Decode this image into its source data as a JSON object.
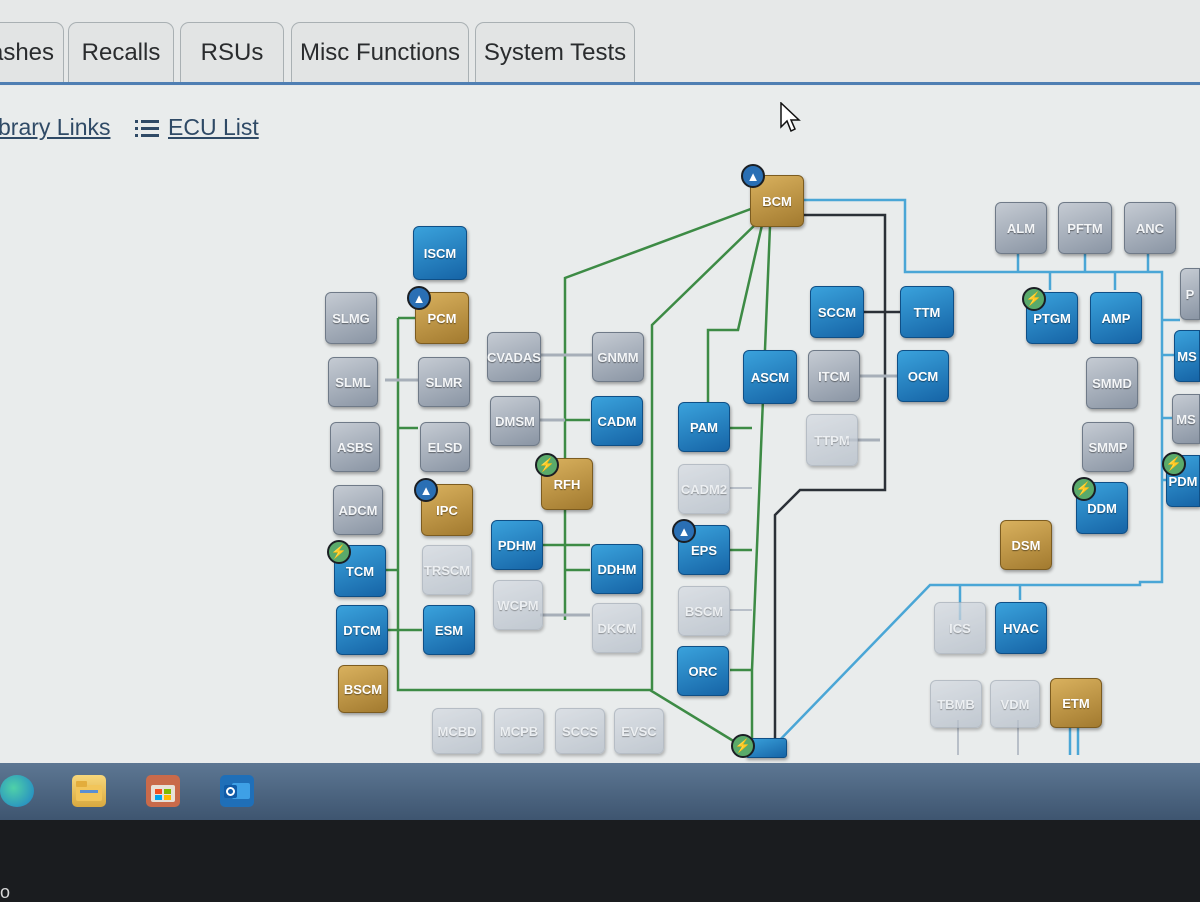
{
  "tabs": [
    {
      "label": "ashes"
    },
    {
      "label": "Recalls"
    },
    {
      "label": "RSUs"
    },
    {
      "label": "Misc Functions"
    },
    {
      "label": "System Tests"
    }
  ],
  "links": {
    "library_links": "brary Links",
    "ecu_list": "ECU List",
    "list_icon": "list-icon"
  },
  "colors": {
    "tab_underline": "#4f7fb3",
    "module_blue": "#1f78c0",
    "module_gold": "#b8903f",
    "module_gray": "#9aa4b1",
    "bus_green": "#3d8b45",
    "bus_dark": "#2b3037",
    "bus_lightblue": "#4aa6d6",
    "badge_update": "#2a6fb4",
    "badge_bolt": "#5aaa6a"
  },
  "modules": [
    {
      "id": "bcm",
      "label": "BCM",
      "style": "gold",
      "badge": "up"
    },
    {
      "id": "iscm",
      "label": "ISCM",
      "style": "blue"
    },
    {
      "id": "pcm",
      "label": "PCM",
      "style": "gold",
      "badge": "up"
    },
    {
      "id": "slmg",
      "label": "SLMG",
      "style": "gray"
    },
    {
      "id": "slml",
      "label": "SLML",
      "style": "gray"
    },
    {
      "id": "slmr",
      "label": "SLMR",
      "style": "gray"
    },
    {
      "id": "asbs",
      "label": "ASBS",
      "style": "gray"
    },
    {
      "id": "elsd",
      "label": "ELSD",
      "style": "gray"
    },
    {
      "id": "adcm",
      "label": "ADCM",
      "style": "gray"
    },
    {
      "id": "ipc",
      "label": "IPC",
      "style": "gold",
      "badge": "up"
    },
    {
      "id": "tcm",
      "label": "TCM",
      "style": "blue",
      "badge": "bolt"
    },
    {
      "id": "trscm",
      "label": "TRSCM",
      "style": "faded"
    },
    {
      "id": "dtcm",
      "label": "DTCM",
      "style": "blue"
    },
    {
      "id": "esm",
      "label": "ESM",
      "style": "blue"
    },
    {
      "id": "bscm_l",
      "label": "BSCM",
      "style": "gold"
    },
    {
      "id": "cvadas",
      "label": "CVADAS",
      "style": "gray"
    },
    {
      "id": "gnmm",
      "label": "GNMM",
      "style": "gray"
    },
    {
      "id": "dmsm",
      "label": "DMSM",
      "style": "gray"
    },
    {
      "id": "cadm",
      "label": "CADM",
      "style": "blue"
    },
    {
      "id": "rfh",
      "label": "RFH",
      "style": "gold",
      "badge": "bolt"
    },
    {
      "id": "pdhm",
      "label": "PDHM",
      "style": "blue"
    },
    {
      "id": "ddhm",
      "label": "DDHM",
      "style": "blue"
    },
    {
      "id": "wcpm",
      "label": "WCPM",
      "style": "faded"
    },
    {
      "id": "dkcm",
      "label": "DKCM",
      "style": "faded"
    },
    {
      "id": "pam",
      "label": "PAM",
      "style": "blue"
    },
    {
      "id": "cadm2",
      "label": "CADM2",
      "style": "faded"
    },
    {
      "id": "eps",
      "label": "EPS",
      "style": "blue",
      "badge": "up"
    },
    {
      "id": "bscm_m",
      "label": "BSCM",
      "style": "faded"
    },
    {
      "id": "orc",
      "label": "ORC",
      "style": "blue"
    },
    {
      "id": "ascm",
      "label": "ASCM",
      "style": "blue"
    },
    {
      "id": "sccm",
      "label": "SCCM",
      "style": "blue"
    },
    {
      "id": "ttm",
      "label": "TTM",
      "style": "blue"
    },
    {
      "id": "itcm",
      "label": "ITCM",
      "style": "gray"
    },
    {
      "id": "ocm",
      "label": "OCM",
      "style": "blue"
    },
    {
      "id": "ttpm",
      "label": "TTPM",
      "style": "faded"
    },
    {
      "id": "alm",
      "label": "ALM",
      "style": "gray"
    },
    {
      "id": "pftm",
      "label": "PFTM",
      "style": "gray"
    },
    {
      "id": "anc",
      "label": "ANC",
      "style": "gray"
    },
    {
      "id": "ptgm",
      "label": "PTGM",
      "style": "blue",
      "badge": "bolt"
    },
    {
      "id": "amp",
      "label": "AMP",
      "style": "blue"
    },
    {
      "id": "p_cut",
      "label": "P",
      "style": "gray"
    },
    {
      "id": "ms_cut1",
      "label": "MS",
      "style": "blue"
    },
    {
      "id": "smmd",
      "label": "SMMD",
      "style": "gray"
    },
    {
      "id": "ms_cut2",
      "label": "MS",
      "style": "gray"
    },
    {
      "id": "smmp",
      "label": "SMMP",
      "style": "gray"
    },
    {
      "id": "ddm",
      "label": "DDM",
      "style": "blue",
      "badge": "bolt"
    },
    {
      "id": "pdm_cut",
      "label": "PDM",
      "style": "blue",
      "badge": "bolt"
    },
    {
      "id": "dsm",
      "label": "DSM",
      "style": "gold"
    },
    {
      "id": "ics",
      "label": "ICS",
      "style": "faded"
    },
    {
      "id": "hvac",
      "label": "HVAC",
      "style": "blue"
    },
    {
      "id": "tbm",
      "label": "TBMB",
      "style": "faded"
    },
    {
      "id": "vdm",
      "label": "VDM",
      "style": "faded"
    },
    {
      "id": "etm",
      "label": "ETM",
      "style": "gold"
    },
    {
      "id": "mcb1",
      "label": "MCBD",
      "style": "faded"
    },
    {
      "id": "mcb2",
      "label": "MCPB",
      "style": "faded"
    },
    {
      "id": "scc",
      "label": "SCCS",
      "style": "faded"
    },
    {
      "id": "evsc",
      "label": "EVSC",
      "style": "faded"
    },
    {
      "id": "gw",
      "label": "",
      "style": "blue",
      "badge": "bolt"
    }
  ],
  "taskbar": [
    {
      "name": "edge-icon"
    },
    {
      "name": "file-explorer-icon"
    },
    {
      "name": "store-icon"
    },
    {
      "name": "outlook-icon"
    }
  ],
  "bezel_text": "o"
}
